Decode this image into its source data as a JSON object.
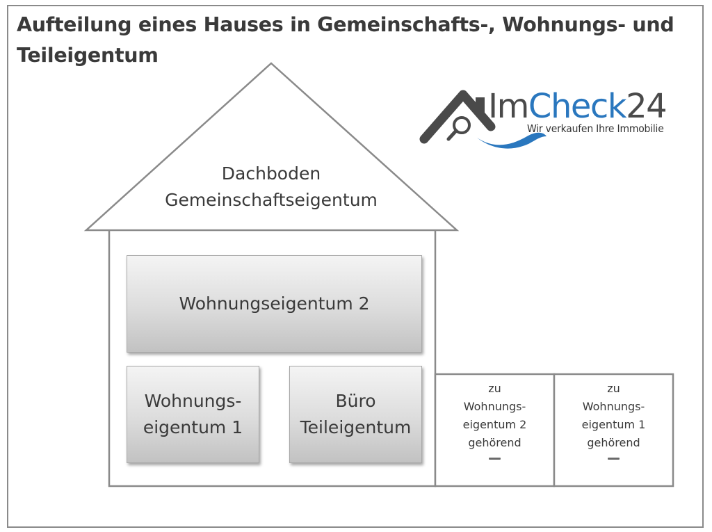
{
  "title": "Aufteilung eines Hauses in Gemeinschafts-, Wohnungs- und Teileigentum",
  "logo": {
    "name_part1": "Im",
    "name_part2": "Check",
    "name_part3": "24",
    "tagline": "Wir verkaufen Ihre Immobilie",
    "colors": {
      "dark": "#4a4a4a",
      "blue": "#2a77be"
    },
    "icons": [
      "house-roof-icon",
      "magnifier-icon",
      "wave-icon"
    ]
  },
  "attic": {
    "line1": "Dachboden",
    "line2": "Gemeinschaftseigentum"
  },
  "rooms": {
    "upper": {
      "label": "Wohnungseigentum 2"
    },
    "lower_left": {
      "line1": "Wohnungs-",
      "line2": "eigentum 1"
    },
    "lower_right": {
      "line1": "Büro",
      "line2": "Teileigentum"
    }
  },
  "annex": [
    {
      "line1": "zu",
      "line2": "Wohnungs-",
      "line3": "eigentum 2",
      "line4": "gehörend"
    },
    {
      "line1": "zu",
      "line2": "Wohnungs-",
      "line3": "eigentum 1",
      "line4": "gehörend"
    }
  ],
  "colors": {
    "outline": "#8a8a8a",
    "room_fill_top": "#f4f4f4",
    "room_fill_bottom": "#c2c2c2"
  }
}
